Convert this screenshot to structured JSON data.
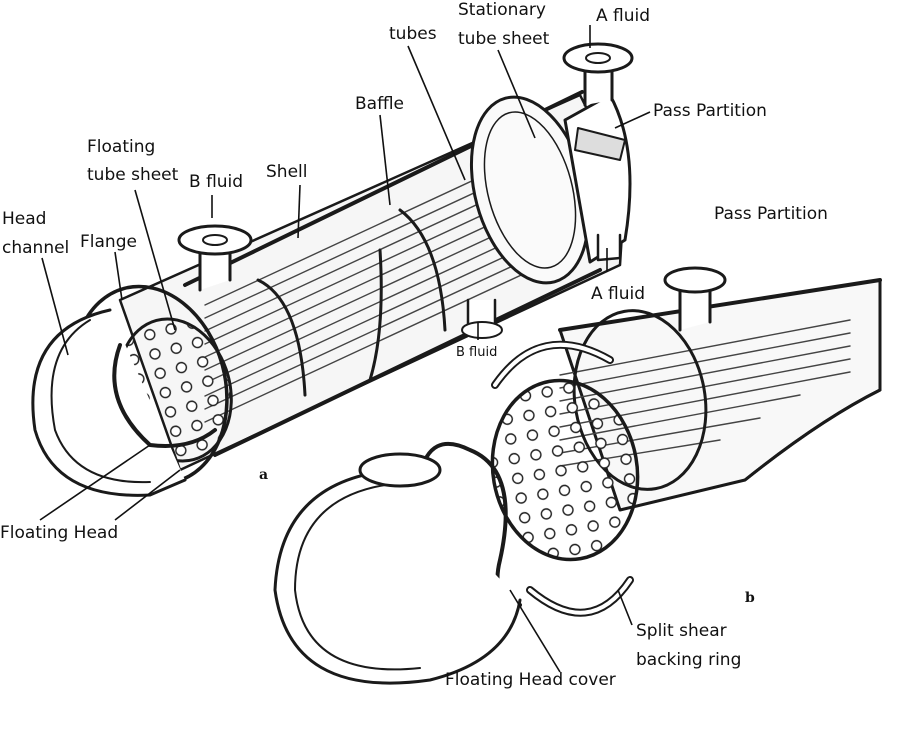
{
  "diagram": {
    "labels": {
      "a_fluid_top": "A fluid",
      "stationary_tube_sheet_1": "Stationary",
      "stationary_tube_sheet_2": "tube sheet",
      "tubes": "tubes",
      "pass_partition_top": "Pass Partition",
      "baffle": "Baffle",
      "floating_tube_sheet_1": "Floating",
      "floating_tube_sheet_2": "tube sheet",
      "b_fluid_top": "B fluid",
      "shell": "Shell",
      "head_channel_1": "Head",
      "head_channel_2": "channel",
      "flange": "Flange",
      "pass_partition_right": "Pass Partition",
      "a_fluid_right": "A fluid",
      "b_fluid_small": "B fluid",
      "floating_head": "Floating Head",
      "split_shear_1": "Split shear",
      "split_shear_2": "backing ring",
      "floating_head_cover": "Floating Head cover",
      "view_a": "a",
      "view_b": "b"
    }
  }
}
